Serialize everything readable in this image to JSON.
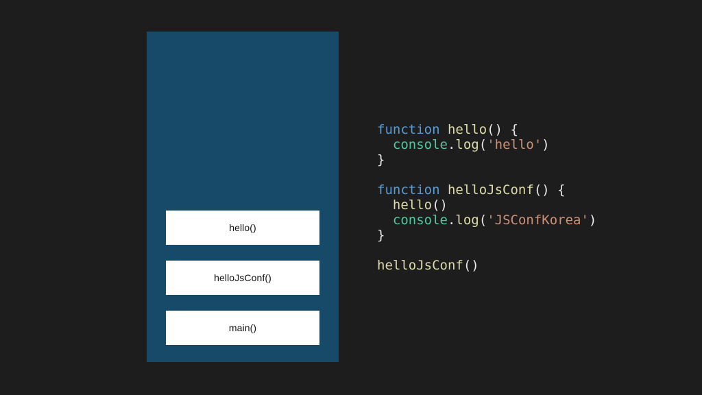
{
  "slide": {
    "background_color": "#1d1d1d"
  },
  "call_stack": {
    "panel_color": "#174a68",
    "frame_background": "#ffffff",
    "frame_text_color": "#111111",
    "frames": [
      {
        "label": "hello()"
      },
      {
        "label": "helloJsConf()"
      },
      {
        "label": "main()"
      }
    ]
  },
  "code": {
    "language": "javascript",
    "colors": {
      "keyword": "#569cd6",
      "function_name": "#dcdcaa",
      "object": "#4ec9a0",
      "string": "#ce9178",
      "punctuation": "#e8e8e8"
    },
    "lines": [
      {
        "tokens": [
          {
            "text": "function",
            "type": "keyword"
          },
          {
            "text": " ",
            "type": "plain"
          },
          {
            "text": "hello",
            "type": "func"
          },
          {
            "text": "() {",
            "type": "punct"
          }
        ]
      },
      {
        "tokens": [
          {
            "text": "  ",
            "type": "plain"
          },
          {
            "text": "console",
            "type": "object"
          },
          {
            "text": ".",
            "type": "punct"
          },
          {
            "text": "log",
            "type": "func"
          },
          {
            "text": "(",
            "type": "punct"
          },
          {
            "text": "'hello'",
            "type": "string"
          },
          {
            "text": ")",
            "type": "punct"
          }
        ]
      },
      {
        "tokens": [
          {
            "text": "}",
            "type": "punct"
          }
        ]
      },
      {
        "tokens": []
      },
      {
        "tokens": [
          {
            "text": "function",
            "type": "keyword"
          },
          {
            "text": " ",
            "type": "plain"
          },
          {
            "text": "helloJsConf",
            "type": "func"
          },
          {
            "text": "() {",
            "type": "punct"
          }
        ]
      },
      {
        "tokens": [
          {
            "text": "  ",
            "type": "plain"
          },
          {
            "text": "hello",
            "type": "func"
          },
          {
            "text": "()",
            "type": "punct"
          }
        ]
      },
      {
        "tokens": [
          {
            "text": "  ",
            "type": "plain"
          },
          {
            "text": "console",
            "type": "object"
          },
          {
            "text": ".",
            "type": "punct"
          },
          {
            "text": "log",
            "type": "func"
          },
          {
            "text": "(",
            "type": "punct"
          },
          {
            "text": "'JSConfKorea'",
            "type": "string"
          },
          {
            "text": ")",
            "type": "punct"
          }
        ]
      },
      {
        "tokens": [
          {
            "text": "}",
            "type": "punct"
          }
        ]
      },
      {
        "tokens": []
      },
      {
        "tokens": [
          {
            "text": "helloJsConf",
            "type": "func"
          },
          {
            "text": "()",
            "type": "punct"
          }
        ]
      }
    ]
  }
}
